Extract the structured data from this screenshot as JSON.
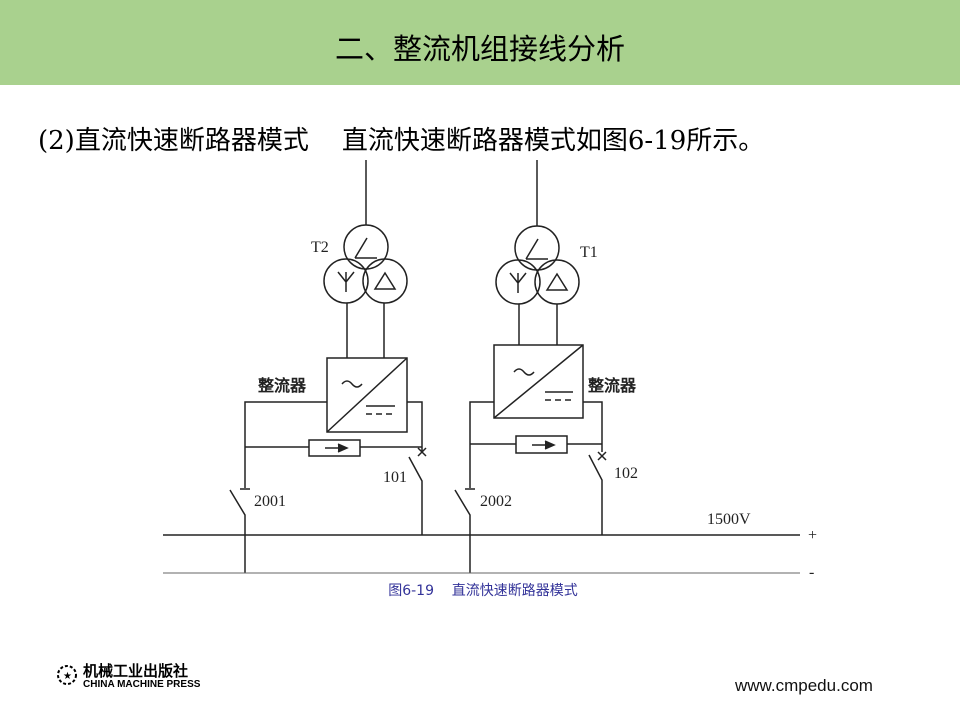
{
  "header": {
    "title": "二、整流机组接线分析"
  },
  "body": {
    "subtitle": "(2)直流快速断路器模式    直流快速断路器模式如图6-19所示。"
  },
  "figure": {
    "transformer_left": "T2",
    "transformer_right": "T1",
    "rectifier_left": "整流器",
    "rectifier_right": "整流器",
    "breaker_left": "101",
    "breaker_right": "102",
    "disconnector_left": "2001",
    "disconnector_right": "2002",
    "bus_voltage": "1500V",
    "bus_plus": "+",
    "bus_minus": "-",
    "caption": "图6-19    直流快速断路器模式"
  },
  "footer": {
    "publisher_cn": "机械工业出版社",
    "publisher_en": "CHINA MACHINE PRESS",
    "url": "www.cmpedu.com"
  }
}
